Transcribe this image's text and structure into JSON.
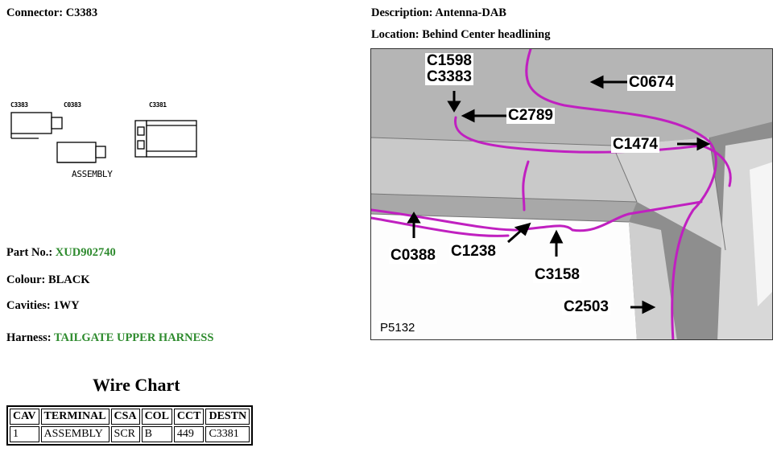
{
  "connector": {
    "label": "Connector: ",
    "value": "C3383"
  },
  "description": {
    "label": "Description: ",
    "value": "Antenna-DAB"
  },
  "location": {
    "label": "Location: ",
    "value": "Behind Center headlining"
  },
  "drawing": {
    "labels": [
      "C3383",
      "C0383",
      "C3381"
    ],
    "caption": "ASSEMBLY"
  },
  "part_no": {
    "label": "Part No.: ",
    "value": "XUD902740"
  },
  "colour": {
    "label": "Colour: ",
    "value": "BLACK"
  },
  "cavities": {
    "label": "Cavities: ",
    "value": "1WY"
  },
  "harness": {
    "label": "Harness: ",
    "value": "TAILGATE UPPER HARNESS"
  },
  "photo": {
    "code": "P5132",
    "callouts": [
      "C1598",
      "C3383",
      "C0674",
      "C2789",
      "C1474",
      "C0388",
      "C1238",
      "C3158",
      "C2503"
    ]
  },
  "wire_chart": {
    "title": "Wire Chart",
    "headers": [
      "CAV",
      "TERMINAL",
      "CSA",
      "COL",
      "CCT",
      "DESTN"
    ],
    "rows": [
      [
        "1",
        "ASSEMBLY",
        "SCR",
        "B",
        "449",
        "C3381"
      ]
    ]
  },
  "colors": {
    "link_green": "#2e8b2e",
    "harness_magenta": "#c020c0"
  }
}
